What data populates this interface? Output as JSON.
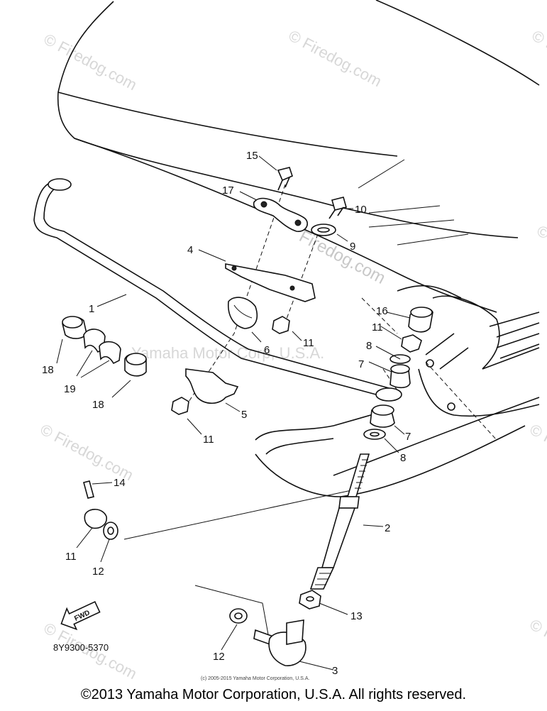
{
  "callouts": {
    "c1": "1",
    "c2": "2",
    "c3": "3",
    "c4": "4",
    "c5": "5",
    "c6": "6",
    "c7a": "7",
    "c7b": "7",
    "c8a": "8",
    "c8b": "8",
    "c9": "9",
    "c10": "10",
    "c11a": "11",
    "c11b": "11",
    "c11c": "11",
    "c11d": "11",
    "c12a": "12",
    "c12b": "12",
    "c13": "13",
    "c14": "14",
    "c15": "15",
    "c16": "16",
    "c17": "17",
    "c18a": "18",
    "c18b": "18",
    "c19": "19"
  },
  "watermark": {
    "firedog": "© Firedog.com",
    "center": "Firedog.com",
    "yamaha": "Yamaha Motor Corp, U.S.A."
  },
  "fwd_label": "FWD",
  "diagram_number": "8Y9300-5370",
  "small_copyright": "(c) 2005-2015 Yamaha Motor Corporation, U.S.A.",
  "copyright": "©2013 Yamaha Motor Corporation, U.S.A. All rights reserved."
}
